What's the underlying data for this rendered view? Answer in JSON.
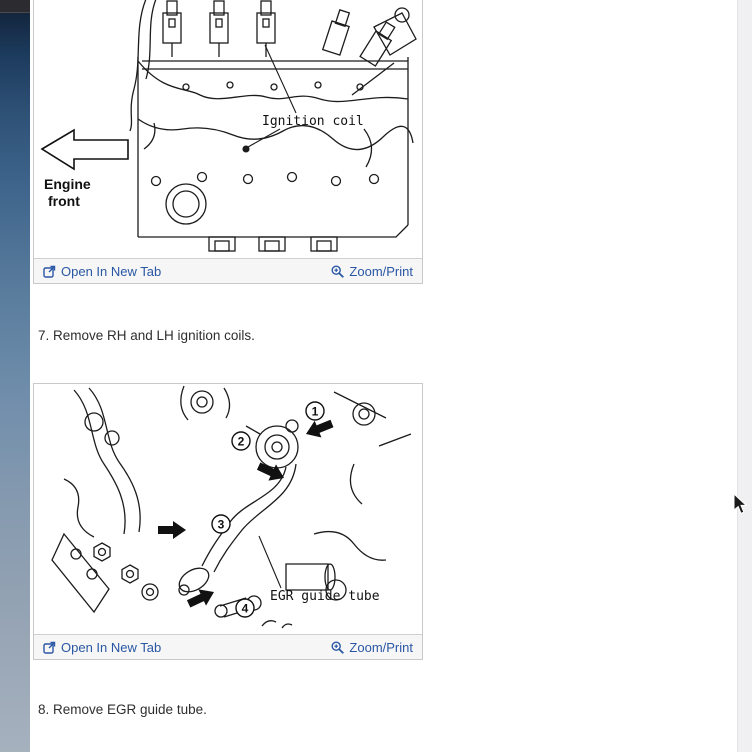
{
  "theme": {
    "link_color": "#2a57a5",
    "toolbar_bg": "#f6f6f6",
    "card_border": "#c9c9c9",
    "scrollbar_bg": "#f0eff1",
    "step_text_color": "#2e2e2e"
  },
  "figure_toolbar": {
    "open_in_new_tab": "Open In New Tab",
    "zoom_print": "Zoom/Print"
  },
  "figures": {
    "ignition_coil_diagram": {
      "labels": {
        "ignition_coil": "Ignition coil",
        "engine": "Engine",
        "front": "front"
      }
    },
    "egr_diagram": {
      "labels": {
        "egr_guide_tube": "EGR guide tube"
      },
      "callouts": [
        "1",
        "2",
        "3",
        "4"
      ]
    }
  },
  "steps": [
    {
      "text": "7. Remove RH and LH ignition coils."
    },
    {
      "text": "8. Remove EGR guide tube."
    }
  ]
}
